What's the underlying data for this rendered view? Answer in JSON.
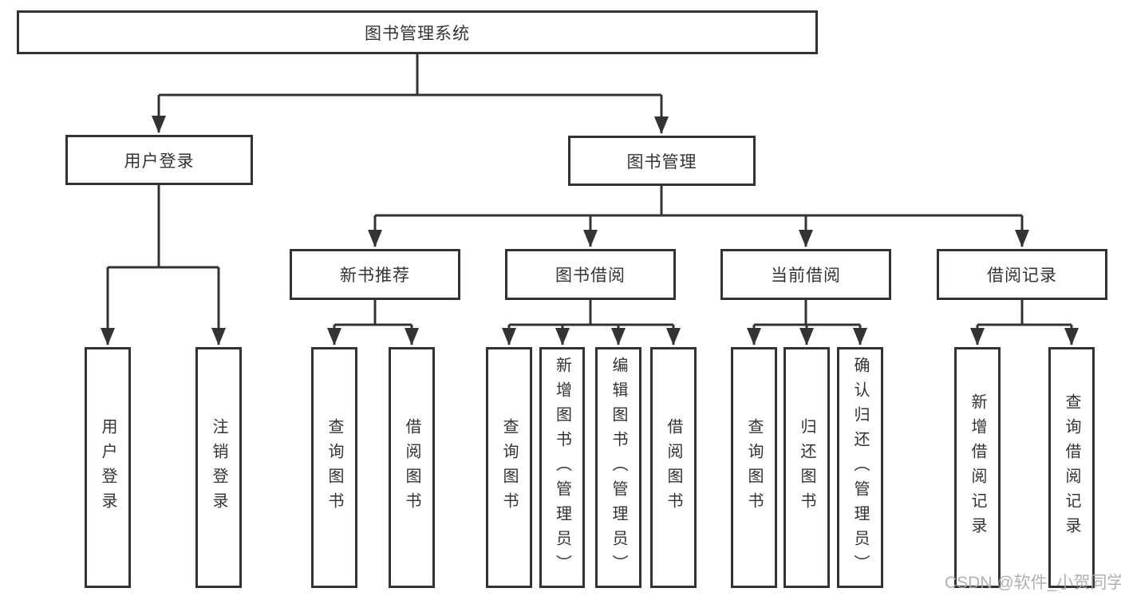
{
  "diagram": {
    "title": "图书管理系统",
    "type": "function-structure-tree",
    "tree": {
      "label": "图书管理系统",
      "children": [
        {
          "label": "用户登录",
          "children": [
            {
              "label": "用户登录"
            },
            {
              "label": "注销登录"
            }
          ]
        },
        {
          "label": "图书管理",
          "children": [
            {
              "label": "新书推荐",
              "children": [
                {
                  "label": "查询图书"
                },
                {
                  "label": "借阅图书"
                }
              ]
            },
            {
              "label": "图书借阅",
              "children": [
                {
                  "label": "查询图书"
                },
                {
                  "label": "新增图书（管理员）"
                },
                {
                  "label": "编辑图书（管理员）"
                },
                {
                  "label": "借阅图书"
                }
              ]
            },
            {
              "label": "当前借阅",
              "children": [
                {
                  "label": "查询图书"
                },
                {
                  "label": "归还图书"
                },
                {
                  "label": "确认归还（管理员）"
                }
              ]
            },
            {
              "label": "借阅记录",
              "children": [
                {
                  "label": "新增借阅记录"
                },
                {
                  "label": "查询借阅记录"
                }
              ]
            }
          ]
        }
      ]
    }
  },
  "watermark": {
    "text": "CSDN @软件_小贺同学",
    "color": "#a8a8a8"
  },
  "colors": {
    "line": "#333333",
    "box_border": "#333333",
    "text": "#333333",
    "background": "#ffffff"
  }
}
